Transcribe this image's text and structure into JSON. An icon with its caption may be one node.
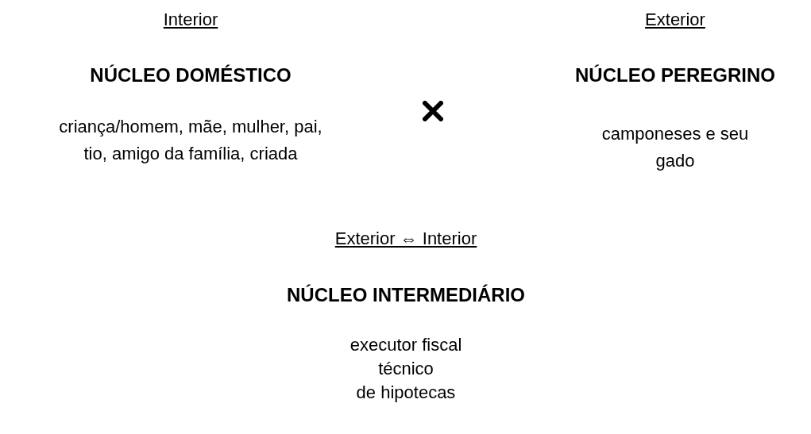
{
  "diagram": {
    "labels": [
      "Interior",
      "Exterior",
      "NÚCLEO DOMÉSTICO",
      "NÚCLEO PEREGRINO",
      "criança/homem, mãe, mulher, pai, tio, amigo da família, criada",
      "camponeses e seu gado",
      "Exterior ⇔ Interior",
      "NÚCLEO INTERMEDIÁRIO",
      "executor fiscal",
      "técnico",
      "de hipotecas"
    ]
  }
}
